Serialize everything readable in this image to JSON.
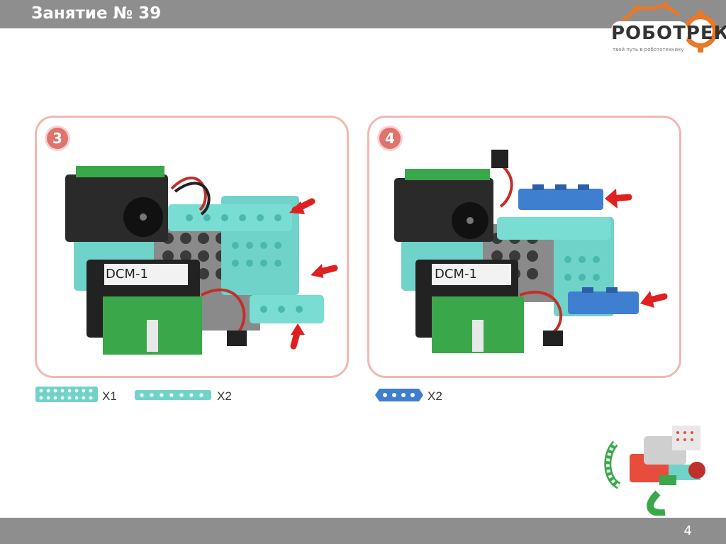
{
  "header": {
    "title": "Занятие № 39"
  },
  "logo": {
    "brand_name": "РОБОТРЕК",
    "tagline": "твой путь в робототехнику"
  },
  "steps": [
    {
      "number": "3",
      "module_label": "DCM-1",
      "parts": [
        {
          "qty": "X1"
        },
        {
          "qty": "X2"
        }
      ]
    },
    {
      "number": "4",
      "module_label": "DCM-1",
      "parts": [
        {
          "qty": "X2"
        }
      ]
    }
  ],
  "footer": {
    "page_number": "4"
  },
  "colors": {
    "teal": "#6fd3c9",
    "green": "#3aa84a",
    "blue": "#3f7fd0",
    "arrow": "#e02020",
    "panel_border": "#f0b8b3"
  }
}
